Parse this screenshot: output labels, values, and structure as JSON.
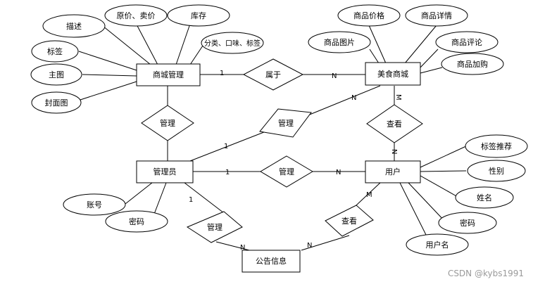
{
  "diagram": {
    "entities": {
      "mall_manage": "商城管理",
      "food_mall": "美食商城",
      "admin": "管理员",
      "user": "用户",
      "notice": "公告信息"
    },
    "relationships": {
      "belongs": "属于",
      "manage_mall": "管理",
      "manage_food": "管理",
      "manage_user": "管理",
      "view_food": "查看",
      "manage_notice": "管理",
      "view_notice": "查看"
    },
    "attributes": {
      "describe": "描述",
      "price": "原价、卖价",
      "stock": "库存",
      "tag": "标签",
      "category": "分类、口味、标签",
      "main_img": "主图",
      "cover_img": "封面图",
      "product_price": "商品价格",
      "product_detail": "商品详情",
      "product_img": "商品图片",
      "product_review": "商品评论",
      "product_cart": "商品加购",
      "account": "账号",
      "admin_pwd": "密码",
      "tag_recommend": "标签推荐",
      "gender": "性别",
      "name": "姓名",
      "user_pwd": "密码",
      "username": "用户名"
    },
    "cardinalities": {
      "c_1": "1",
      "c_n": "N",
      "c_m": "M"
    }
  },
  "watermark": "CSDN @kybs1991"
}
